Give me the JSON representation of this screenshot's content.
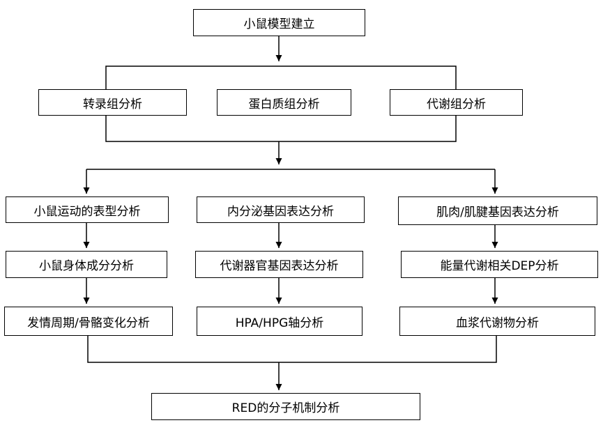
{
  "nodes": {
    "top": "小鼠模型建立",
    "transcriptome": "转录组分析",
    "proteome": "蛋白质组分析",
    "metabolome": "代谢组分析",
    "left1": "小鼠运动的表型分析",
    "left2": "小鼠身体成分分析",
    "left3": "发情周期/骨骼变化分析",
    "mid1": "内分泌基因表达分析",
    "mid2": "代谢器官基因表达分析",
    "mid3": "HPA/HPG轴分析",
    "right1": "肌肉/肌腱基因表达分析",
    "right2": "能量代谢相关DEP分析",
    "right3": "血浆代谢物分析",
    "bottom": "RED的分子机制分析"
  }
}
